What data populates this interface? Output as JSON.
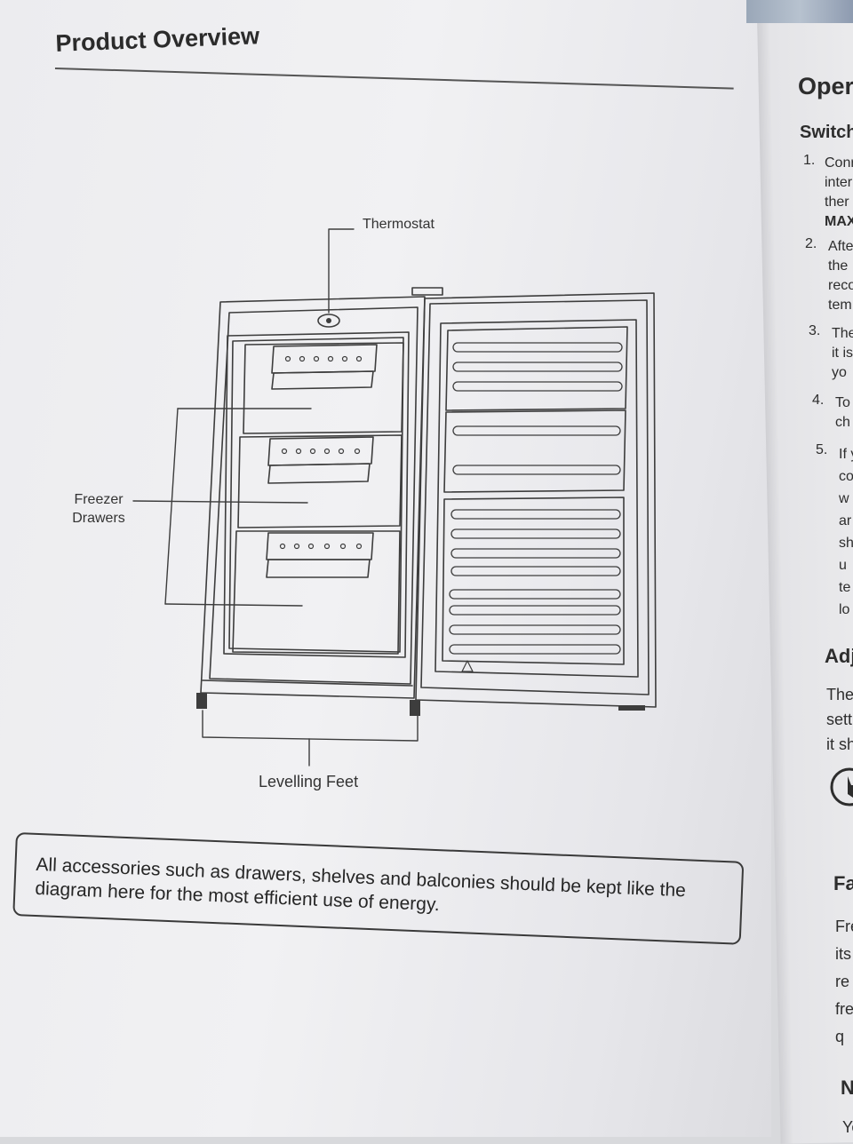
{
  "left_page": {
    "title": "Product Overview",
    "labels": {
      "thermostat": "Thermostat",
      "freezer_drawers_line1": "Freezer",
      "freezer_drawers_line2": "Drawers",
      "levelling_feet": "Levelling Feet"
    },
    "notice": "All accessories such as drawers, shelves and balconies should be kept like the diagram here for the most efficient use of energy."
  },
  "right_page": {
    "heading": "Oper",
    "subheading": "Switch",
    "items": [
      {
        "number": "1.",
        "lines": [
          "Conr",
          "inter",
          "ther",
          "MAX"
        ]
      },
      {
        "number": "2.",
        "lines": [
          "Afte",
          "the",
          "reco",
          "tem"
        ]
      },
      {
        "number": "3.",
        "lines": [
          "The",
          "it is",
          "yo"
        ]
      },
      {
        "number": "4.",
        "lines": [
          "To",
          "ch"
        ]
      },
      {
        "number": "5.",
        "lines": [
          "If y",
          "co",
          "w",
          "ar",
          "sh",
          "u",
          "te",
          "lo"
        ]
      }
    ],
    "section2_heading": "Adj",
    "section2_lines": [
      "The",
      "sett",
      "it sh"
    ],
    "section3_heading": "Fa",
    "section3_lines": [
      "Fre",
      "its",
      "re",
      "fre",
      "q"
    ],
    "section4_heading": "N",
    "section4_lines": [
      "Yo"
    ]
  }
}
